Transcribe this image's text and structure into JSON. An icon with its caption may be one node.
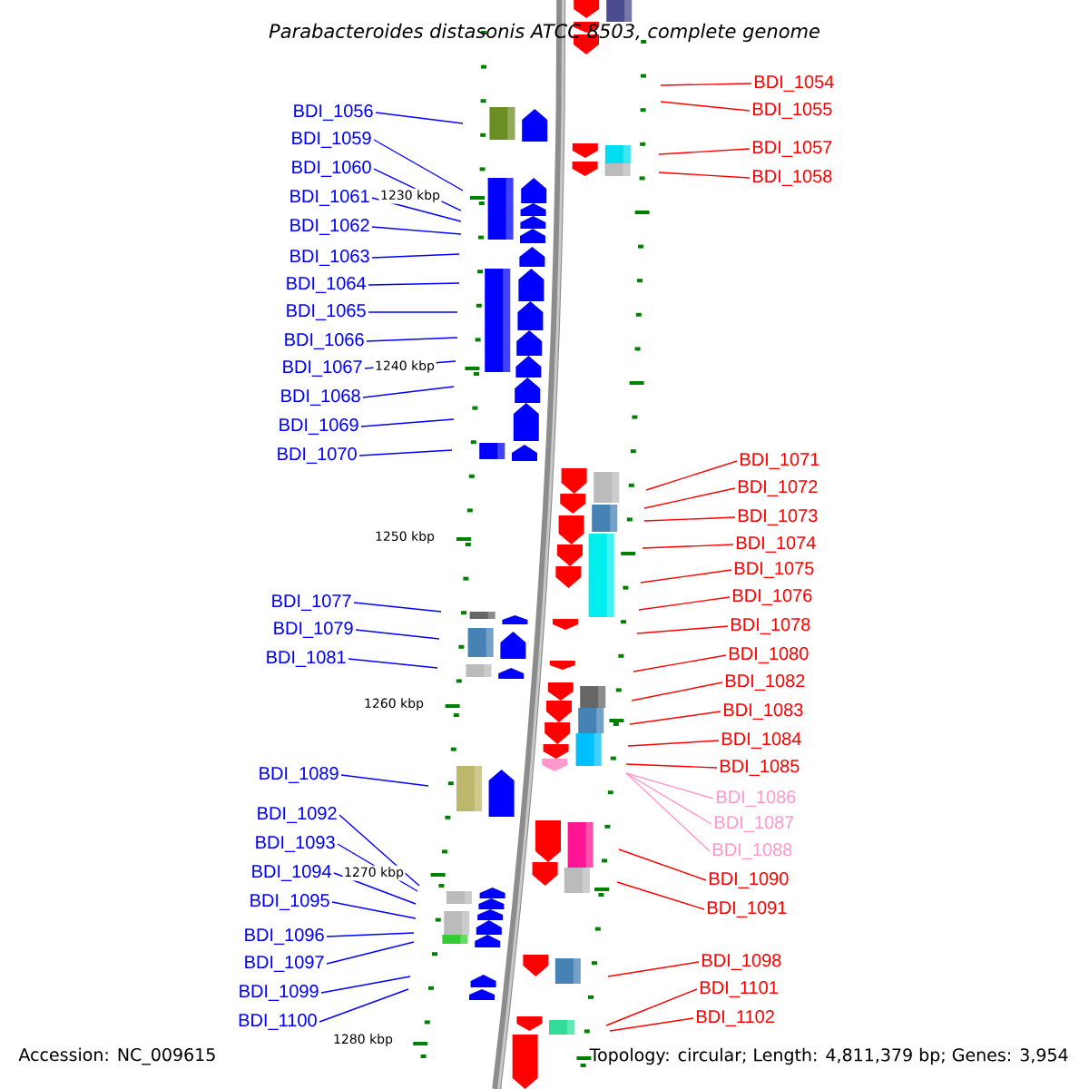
{
  "diagram": {
    "title": "Parabacteroides distasonis ATCC 8503, complete genome",
    "nodes": [
      {
        "text": [
          "BDI_1056"
        ]
      },
      {
        "text": [
          "BDI_1059"
        ]
      },
      {
        "text": [
          "BDI_1060"
        ]
      },
      {
        "text": [
          "BDI_1061"
        ]
      },
      {
        "text": [
          "BDI_1062"
        ]
      },
      {
        "text": [
          "BDI_1063"
        ]
      },
      {
        "text": [
          "BDI_1064"
        ]
      },
      {
        "text": [
          "BDI_1065"
        ]
      },
      {
        "text": [
          "BDI_1066"
        ]
      },
      {
        "text": [
          "BDI_1067"
        ]
      },
      {
        "text": [
          "BDI_1068"
        ]
      },
      {
        "text": [
          "BDI_1069"
        ]
      },
      {
        "text": [
          "BDI_1070"
        ]
      },
      {
        "text": [
          "BDI_1077"
        ]
      },
      {
        "text": [
          "BDI_1079"
        ]
      },
      {
        "text": [
          "BDI_1081"
        ]
      },
      {
        "text": [
          "BDI_1089"
        ]
      },
      {
        "text": [
          "BDI_1092"
        ]
      },
      {
        "text": [
          "BDI_1093"
        ]
      },
      {
        "text": [
          "BDI_1094"
        ]
      },
      {
        "text": [
          "BDI_1095"
        ]
      },
      {
        "text": [
          "BDI_1096"
        ]
      },
      {
        "text": [
          "BDI_1097"
        ]
      },
      {
        "text": [
          "BDI_1099"
        ]
      },
      {
        "text": [
          "BDI_1100"
        ]
      },
      {
        "text": [
          "BDI_1054"
        ]
      },
      {
        "text": [
          "BDI_1055"
        ]
      },
      {
        "text": [
          "BDI_1057"
        ]
      },
      {
        "text": [
          "BDI_1058"
        ]
      },
      {
        "text": [
          "BDI_1071"
        ]
      },
      {
        "text": [
          "BDI_1072"
        ]
      },
      {
        "text": [
          "BDI_1073"
        ]
      },
      {
        "text": [
          "BDI_1074"
        ]
      },
      {
        "text": [
          "BDI_1075"
        ]
      },
      {
        "text": [
          "BDI_1076"
        ]
      },
      {
        "text": [
          "BDI_1078"
        ]
      },
      {
        "text": [
          "BDI_1080"
        ]
      },
      {
        "text": [
          "BDI_1082"
        ]
      },
      {
        "text": [
          "BDI_1083"
        ]
      },
      {
        "text": [
          "BDI_1084"
        ]
      },
      {
        "text": [
          "BDI_1085"
        ]
      },
      {
        "text": [
          "BDI_1086"
        ]
      },
      {
        "text": [
          "BDI_1087"
        ]
      },
      {
        "text": [
          "BDI_1088"
        ]
      },
      {
        "text": [
          "BDI_1090"
        ]
      },
      {
        "text": [
          "BDI_1091"
        ]
      },
      {
        "text": [
          "BDI_1098"
        ]
      },
      {
        "text": [
          "BDI_1101"
        ]
      },
      {
        "text": [
          "BDI_1102"
        ]
      }
    ],
    "edges": [
      {
        "from": 0,
        "to": null,
        "arrow": "none"
      },
      {
        "from": 1,
        "to": null,
        "arrow": "none"
      },
      {
        "from": 2,
        "to": null,
        "arrow": "none"
      },
      {
        "from": 3,
        "to": null,
        "arrow": "none"
      },
      {
        "from": 4,
        "to": null,
        "arrow": "none"
      },
      {
        "from": 5,
        "to": null,
        "arrow": "none"
      },
      {
        "from": 6,
        "to": null,
        "arrow": "none"
      },
      {
        "from": 7,
        "to": null,
        "arrow": "none"
      },
      {
        "from": 8,
        "to": null,
        "arrow": "none"
      },
      {
        "from": 9,
        "to": null,
        "arrow": "none"
      },
      {
        "from": 10,
        "to": null,
        "arrow": "none"
      },
      {
        "from": 11,
        "to": null,
        "arrow": "none"
      },
      {
        "from": 12,
        "to": null,
        "arrow": "none"
      },
      {
        "from": 13,
        "to": null,
        "arrow": "none"
      },
      {
        "from": 14,
        "to": null,
        "arrow": "none"
      },
      {
        "from": 15,
        "to": null,
        "arrow": "none"
      },
      {
        "from": 16,
        "to": null,
        "arrow": "none"
      },
      {
        "from": 17,
        "to": null,
        "arrow": "none"
      },
      {
        "from": 18,
        "to": null,
        "arrow": "none"
      },
      {
        "from": 19,
        "to": null,
        "arrow": "none"
      },
      {
        "from": 20,
        "to": null,
        "arrow": "none"
      },
      {
        "from": 21,
        "to": null,
        "arrow": "none"
      },
      {
        "from": 22,
        "to": null,
        "arrow": "none"
      },
      {
        "from": 23,
        "to": null,
        "arrow": "none"
      },
      {
        "from": 24,
        "to": null,
        "arrow": "none"
      },
      {
        "from": 25,
        "to": null,
        "arrow": "none",
        "color": "#ff0000"
      },
      {
        "from": 26,
        "to": null,
        "arrow": "none",
        "color": "#ff0000"
      },
      {
        "from": 27,
        "to": null,
        "arrow": "none",
        "color": "#ff0000"
      },
      {
        "from": 28,
        "to": null,
        "arrow": "none",
        "color": "#ff0000"
      },
      {
        "from": 29,
        "to": null,
        "arrow": "none",
        "color": "#ff0000"
      },
      {
        "from": 30,
        "to": null,
        "arrow": "none",
        "color": "#ff0000"
      },
      {
        "from": 31,
        "to": null,
        "arrow": "none",
        "color": "#ff0000"
      },
      {
        "from": 32,
        "to": null,
        "arrow": "none",
        "color": "#ff0000"
      },
      {
        "from": 33,
        "to": null,
        "arrow": "none",
        "color": "#ff0000"
      },
      {
        "from": 34,
        "to": null,
        "arrow": "none",
        "color": "#ff0000"
      },
      {
        "from": 35,
        "to": null,
        "arrow": "none",
        "color": "#ff0000"
      },
      {
        "from": 36,
        "to": null,
        "arrow": "none",
        "color": "#ff0000"
      },
      {
        "from": 37,
        "to": null,
        "arrow": "none",
        "color": "#ff0000"
      },
      {
        "from": 38,
        "to": null,
        "arrow": "none",
        "color": "#ff0000"
      },
      {
        "from": 39,
        "to": null,
        "arrow": "none",
        "color": "#ff0000"
      },
      {
        "from": 40,
        "to": null,
        "arrow": "none",
        "color": "#ff0000"
      },
      {
        "from": 41,
        "to": null,
        "arrow": "none",
        "color": "#ff99cc"
      },
      {
        "from": 42,
        "to": null,
        "arrow": "none",
        "color": "#ff99cc"
      },
      {
        "from": 43,
        "to": null,
        "arrow": "none",
        "color": "#ff99cc"
      },
      {
        "from": 44,
        "to": null,
        "arrow": "none",
        "color": "#ff0000"
      },
      {
        "from": 45,
        "to": null,
        "arrow": "none",
        "color": "#ff0000"
      },
      {
        "from": 46,
        "to": null,
        "arrow": "none",
        "color": "#ff0000"
      },
      {
        "from": 47,
        "to": null,
        "arrow": "none",
        "color": "#ff0000"
      },
      {
        "from": 48,
        "to": null,
        "arrow": "none",
        "color": "#ff0000"
      }
    ],
    "labels": [
      "1230 kbp",
      "1240 kbp",
      "1250 kbp",
      "1260 kbp",
      "1270 kbp",
      "1280 kbp",
      "Accession: NC_009615",
      "Topology: circular; Length: 4,811,379 bp; Genes: 3,954"
    ]
  }
}
